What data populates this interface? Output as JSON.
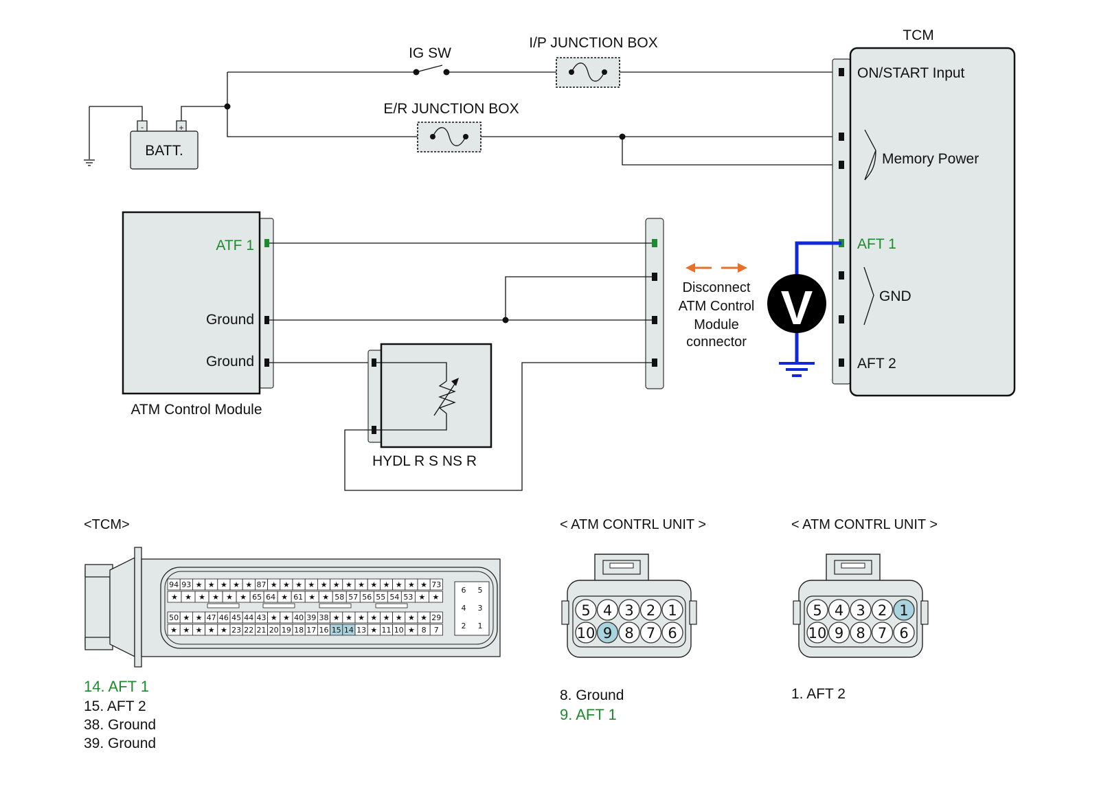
{
  "title_tcm": "TCM",
  "ig_sw": "IG SW",
  "ip_jbox": "I/P JUNCTION BOX",
  "er_jbox": "E/R JUNCTION BOX",
  "batt": "BATT.",
  "batt_minus": "-",
  "batt_plus": "+",
  "tcm_pins": {
    "on_start": "ON/START Input",
    "memory_power": "Memory Power",
    "aft1": "AFT 1",
    "gnd": "GND",
    "aft2": "AFT 2"
  },
  "atm": {
    "atf1": "ATF 1",
    "ground1": "Ground",
    "ground2": "Ground",
    "name": "ATM Control Module"
  },
  "sensor_name": "HYDL R S NS R",
  "meter_symbol": "V",
  "disconnect": {
    "line1": "Disconnect",
    "line2": "ATM Control",
    "line3": "Module",
    "line4": "connector"
  },
  "bottom": {
    "tcm_header": "<TCM>",
    "atm_header1": "< ATM CONTRL UNIT >",
    "atm_header2": "< ATM CONTRL UNIT >"
  },
  "tcm_connector": {
    "row1": [
      "94",
      "93",
      "★",
      "★",
      "★",
      "★",
      "★",
      "87",
      "★",
      "★",
      "★",
      "★",
      "★",
      "★",
      "★",
      "★",
      "★",
      "★",
      "★",
      "★",
      "★",
      "73"
    ],
    "row2": [
      "★",
      "★",
      "★",
      "★",
      "★",
      "★",
      "65",
      "64",
      "★",
      "61",
      "★",
      "★",
      "58",
      "57",
      "56",
      "55",
      "54",
      "53",
      "★",
      "★"
    ],
    "row3": [
      "50",
      "★",
      "★",
      "47",
      "46",
      "45",
      "44",
      "43",
      "★",
      "★",
      "40",
      "39",
      "38",
      "★",
      "★",
      "★",
      "★",
      "★",
      "★",
      "★",
      "★",
      "29"
    ],
    "row4": [
      "★",
      "★",
      "★",
      "★",
      "★",
      "23",
      "22",
      "21",
      "20",
      "19",
      "18",
      "17",
      "16",
      "15",
      "14",
      "13",
      "★",
      "11",
      "10",
      "★",
      "8",
      "7"
    ],
    "side": [
      [
        "6",
        "5"
      ],
      [
        "4",
        "3"
      ],
      [
        "2",
        "1"
      ]
    ]
  },
  "atm_connector": {
    "top": [
      "5",
      "4",
      "3",
      "2",
      "1"
    ],
    "bottom": [
      "10",
      "9",
      "8",
      "7",
      "6"
    ]
  },
  "legend_tcm": [
    "14. AFT 1",
    "15. AFT 2",
    "38. Ground",
    "39. Ground"
  ],
  "legend_atm1": [
    "8. Ground",
    "9. AFT 1"
  ],
  "legend_atm2": [
    "1. AFT 2"
  ],
  "colors": {
    "signal_green": "#1e8a2e",
    "meter_lead_blue": "#1028d8",
    "arrow_orange": "#e8702a",
    "highlight_blue": "#a9d3df",
    "box_fill": "#e2e8e7"
  }
}
